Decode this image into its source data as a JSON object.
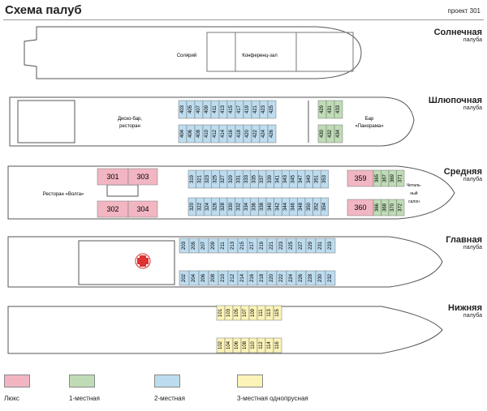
{
  "header": {
    "title": "Схема палуб",
    "project": "проект 301"
  },
  "colors": {
    "lux": "#f2b6c2",
    "single": "#bfdcb6",
    "double": "#bddcef",
    "triple": "#fbf3b8",
    "hull": "#ffffff",
    "outline": "#555555"
  },
  "decks": [
    {
      "name": "Солнечная",
      "sub": "палуба",
      "rooms": [
        "Солярий",
        "Конференц-зал"
      ]
    },
    {
      "name": "Шлюпочная",
      "sub": "палуба",
      "rooms": [
        "Диско-бар,",
        "ресторан",
        "Бар",
        "«Панорама»"
      ],
      "cabins_top": [
        "403",
        "405",
        "407",
        "409",
        "411",
        "413",
        "415",
        "417",
        "419",
        "421",
        "423",
        "425"
      ],
      "cabins_bottom": [
        "404",
        "406",
        "408",
        "410",
        "412",
        "414",
        "416",
        "418",
        "420",
        "422",
        "424",
        "426"
      ],
      "single_top": [
        "429",
        "431",
        "433"
      ],
      "single_bottom": [
        "430",
        "432",
        "434"
      ]
    },
    {
      "name": "Средняя",
      "sub": "палуба",
      "rooms": [
        "Ресторан «Волга»",
        "Читаль-",
        "ный",
        "салон"
      ],
      "lux": [
        "301",
        "303",
        "302",
        "304",
        "359",
        "360"
      ],
      "cabins_top": [
        "319",
        "321",
        "323",
        "325",
        "327",
        "329",
        "331",
        "333",
        "335",
        "337",
        "339",
        "341",
        "343",
        "345",
        "347",
        "349",
        "351",
        "353"
      ],
      "cabins_bottom": [
        "320",
        "322",
        "324",
        "326",
        "328",
        "330",
        "332",
        "334",
        "336",
        "338",
        "340",
        "342",
        "344",
        "346",
        "348",
        "350",
        "352",
        "354"
      ],
      "single_top": [
        "365",
        "367",
        "369",
        "371"
      ],
      "single_bottom": [
        "366",
        "368",
        "370",
        "372"
      ]
    },
    {
      "name": "Главная",
      "sub": "палуба",
      "cabins_top": [
        "203",
        "205",
        "207",
        "209",
        "211",
        "213",
        "215",
        "217",
        "219",
        "221",
        "223",
        "225",
        "227",
        "229",
        "231",
        "233"
      ],
      "cabins_bottom": [
        "202",
        "204",
        "206",
        "208",
        "210",
        "212",
        "214",
        "216",
        "218",
        "220",
        "222",
        "224",
        "226",
        "228",
        "230",
        "232"
      ]
    },
    {
      "name": "Нижняя",
      "sub": "палуба",
      "cabins_top": [
        "101",
        "103",
        "105",
        "107",
        "109",
        "111",
        "113",
        "115"
      ],
      "cabins_bottom": [
        "102",
        "104",
        "106",
        "108",
        "110",
        "112",
        "114",
        "116"
      ]
    }
  ],
  "legend": [
    {
      "label": "Люкс",
      "color": "#f2b6c2"
    },
    {
      "label": "1-местная",
      "color": "#bfdcb6"
    },
    {
      "label": "2-местная",
      "color": "#bddcef"
    },
    {
      "label": "3-местная однопрусная",
      "color": "#fbf3b8"
    }
  ]
}
